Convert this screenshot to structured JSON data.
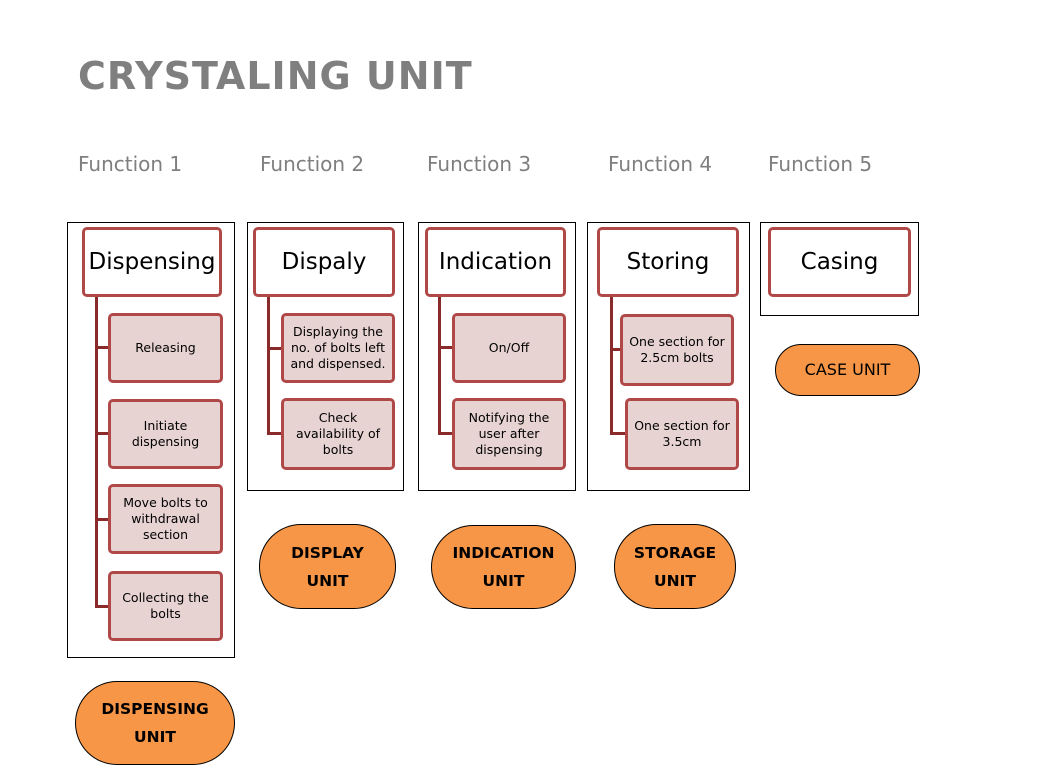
{
  "title": "CRYSTALING UNIT",
  "functions": [
    {
      "label": "Function 1",
      "head": "Dispensing",
      "subs": [
        "Releasing",
        "Initiate dispensing",
        "Move bolts to withdrawal section",
        "Collecting the bolts"
      ],
      "unit": [
        "DISPENSING",
        "UNIT"
      ]
    },
    {
      "label": "Function 2",
      "head": "Dispaly",
      "subs": [
        "Displaying the no. of bolts left and dispensed.",
        "Check availability of bolts"
      ],
      "unit": [
        "DISPLAY",
        "UNIT"
      ]
    },
    {
      "label": "Function 3",
      "head": "Indication",
      "subs": [
        "On/Off",
        "Notifying the user after dispensing"
      ],
      "unit": [
        "INDICATION",
        "UNIT"
      ]
    },
    {
      "label": "Function 4",
      "head": "Storing",
      "subs": [
        "One section for 2.5cm  bolts",
        "One section  for 3.5cm"
      ],
      "unit": [
        "STORAGE",
        "UNIT"
      ]
    },
    {
      "label": "Function 5",
      "head": "Casing",
      "subs": [],
      "unit": [
        "CASE UNIT"
      ]
    }
  ],
  "colors": {
    "title_text": "#7f7f7f",
    "box_border": "#b04848",
    "sub_fill": "#e8d3d3",
    "connector": "#8b2a2a",
    "unit_fill": "#f79646"
  }
}
